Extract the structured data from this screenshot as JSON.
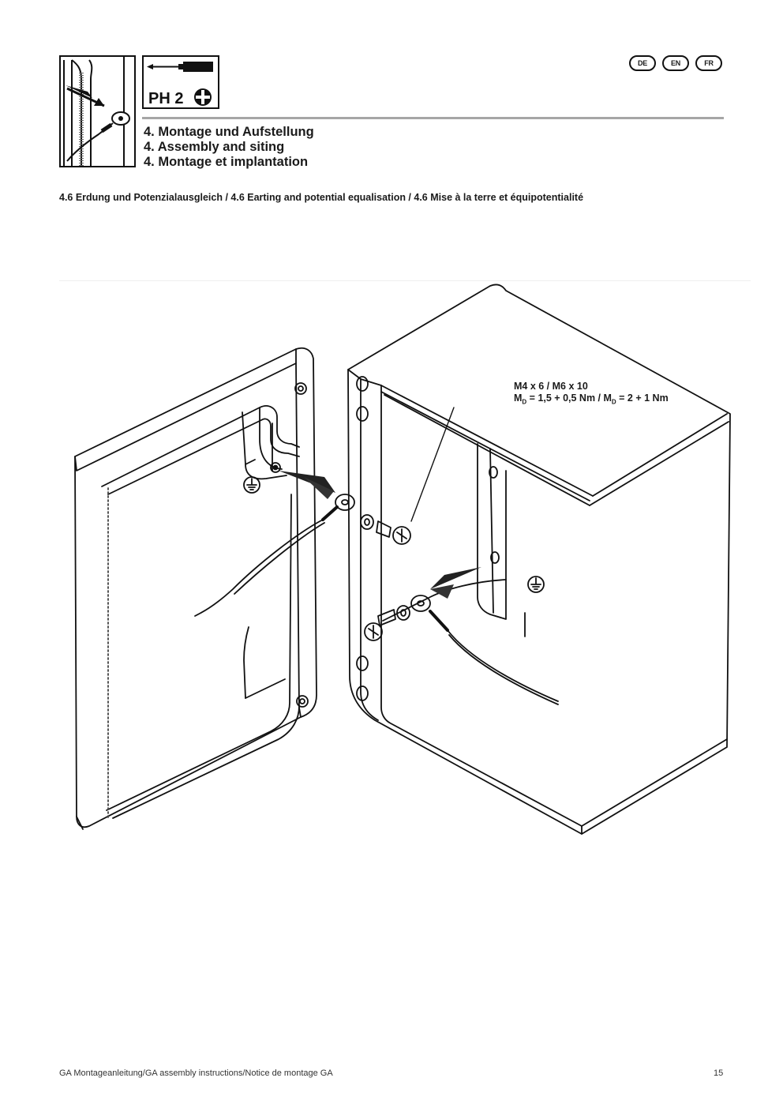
{
  "header": {
    "tool_label": "PH 2",
    "languages": [
      "DE",
      "EN",
      "FR"
    ]
  },
  "chapter": {
    "de": "4. Montage und Aufstellung",
    "en": "4. Assembly and siting",
    "fr": "4. Montage et implantation"
  },
  "section_title": "4.6 Erdung und Potenzialausgleich / 4.6 Earting and potential equalisation / 4.6 Mise à la terre et équipotentialité",
  "figure": {
    "spec_line1": "M4 x 6 / M6 x 10",
    "spec_md1": "M",
    "spec_md1_sub": "D",
    "spec_line2_part1": " = 1,5 + 0,5 Nm / ",
    "spec_md2": "M",
    "spec_md2_sub": "D",
    "spec_line2_part2": " = 2 + 1 Nm"
  },
  "footer": {
    "doc_title": "GA Montageanleitung/GA assembly instructions/Notice de montage GA",
    "page_number": "15"
  }
}
